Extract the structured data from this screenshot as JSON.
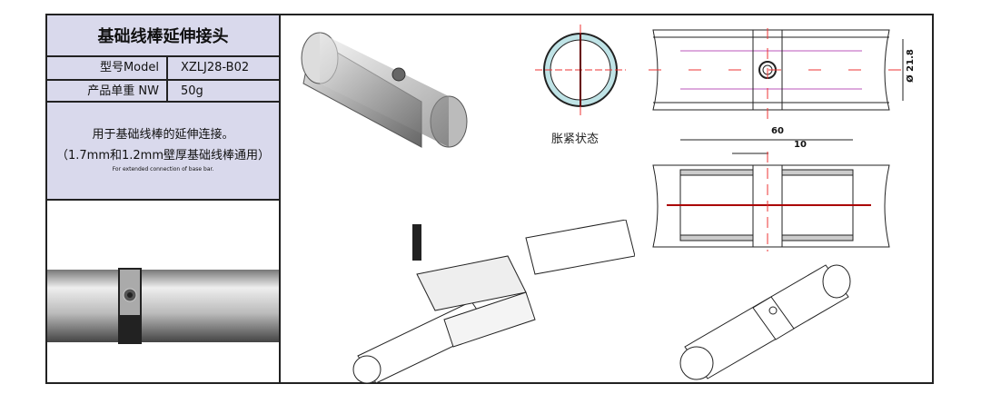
{
  "spec_table": {
    "title": "基础线棒延伸接头",
    "model_label": "型号Model",
    "model_value": "XZLJ28-B02",
    "weight_label": "产品单重 NW",
    "weight_value": "50g"
  },
  "description": {
    "line1": "用于基础线棒的延伸连接。",
    "line2": "（1.7mm和1.2mm壁厚基础线棒通用）",
    "line3": "For extended connection of base bar."
  },
  "drawing": {
    "cross_section_caption": "胀紧状态",
    "diameter_label": "Ø 21.8",
    "length_label": "60",
    "band_width_label": "10"
  }
}
